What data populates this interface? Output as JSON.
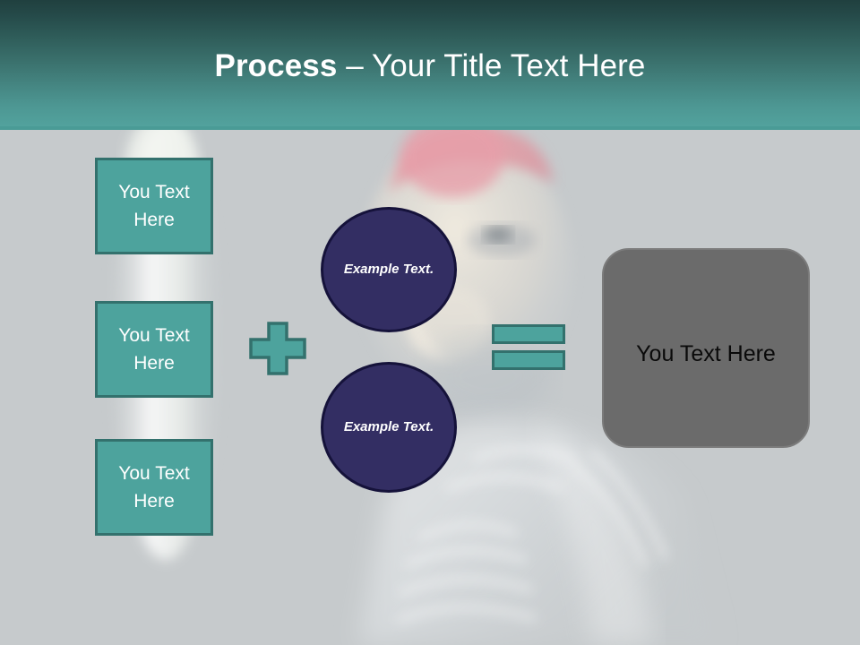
{
  "slide": {
    "title_strong": "Process",
    "title_rest": " – Your Title Text Here",
    "background_color": "#c6cacc",
    "header_top_color": "#20403f",
    "header_bottom_color": "#52a29d",
    "accent_teal": "#4da39d",
    "accent_teal_border": "#33716d",
    "navy_fill": "#332e63",
    "navy_border": "#15123a",
    "result_fill": "#6b6b6b"
  },
  "inputs": [
    {
      "label": "You Text Here"
    },
    {
      "label": "You Text Here"
    },
    {
      "label": "You Text Here"
    }
  ],
  "operators": {
    "plus": "plus-sign",
    "equals": "equals-sign"
  },
  "circles": [
    {
      "label": "Example Text."
    },
    {
      "label": "Example Text."
    }
  ],
  "result": {
    "label": "You Text Here"
  }
}
